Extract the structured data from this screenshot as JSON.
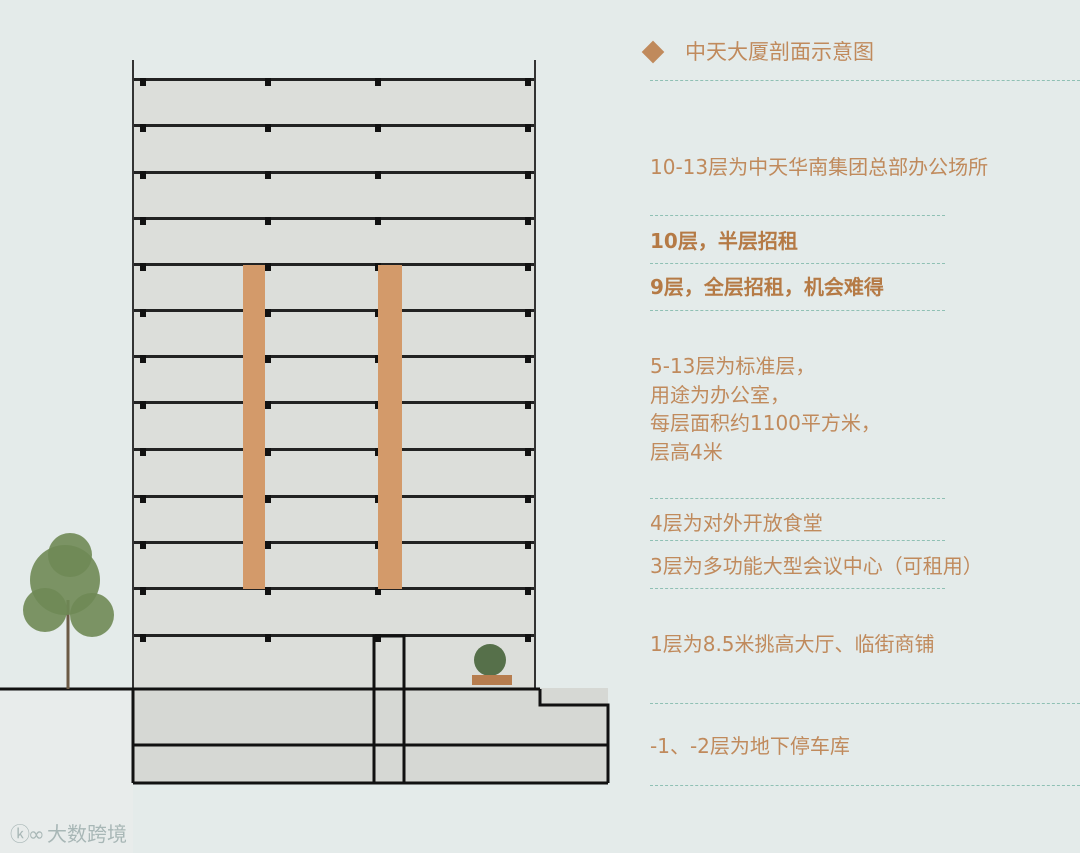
{
  "title": "中天大厦剖面示意图",
  "notes": [
    {
      "text": "10-13层为中天华南集团总部办公场所",
      "bold": false
    },
    {
      "text": "10层，半层招租",
      "bold": true
    },
    {
      "text": "9层，全层招租，机会难得",
      "bold": true
    },
    {
      "text": "5-13层为标准层，\n用途为办公室，\n每层面积约1100平方米，\n层高4米",
      "bold": false
    },
    {
      "text": "4层为对外开放食堂",
      "bold": false
    },
    {
      "text": "3层为多功能大型会议中心（可租用）",
      "bold": false
    },
    {
      "text": "1层为8.5米挑高大厅、临街商铺",
      "bold": false
    },
    {
      "text": "-1、-2层为地下停车库",
      "bold": false
    }
  ],
  "watermark": "大数跨境",
  "colors": {
    "accent": "#c08a5c",
    "core": "#d39a6a",
    "divider": "#8fc0b4"
  }
}
